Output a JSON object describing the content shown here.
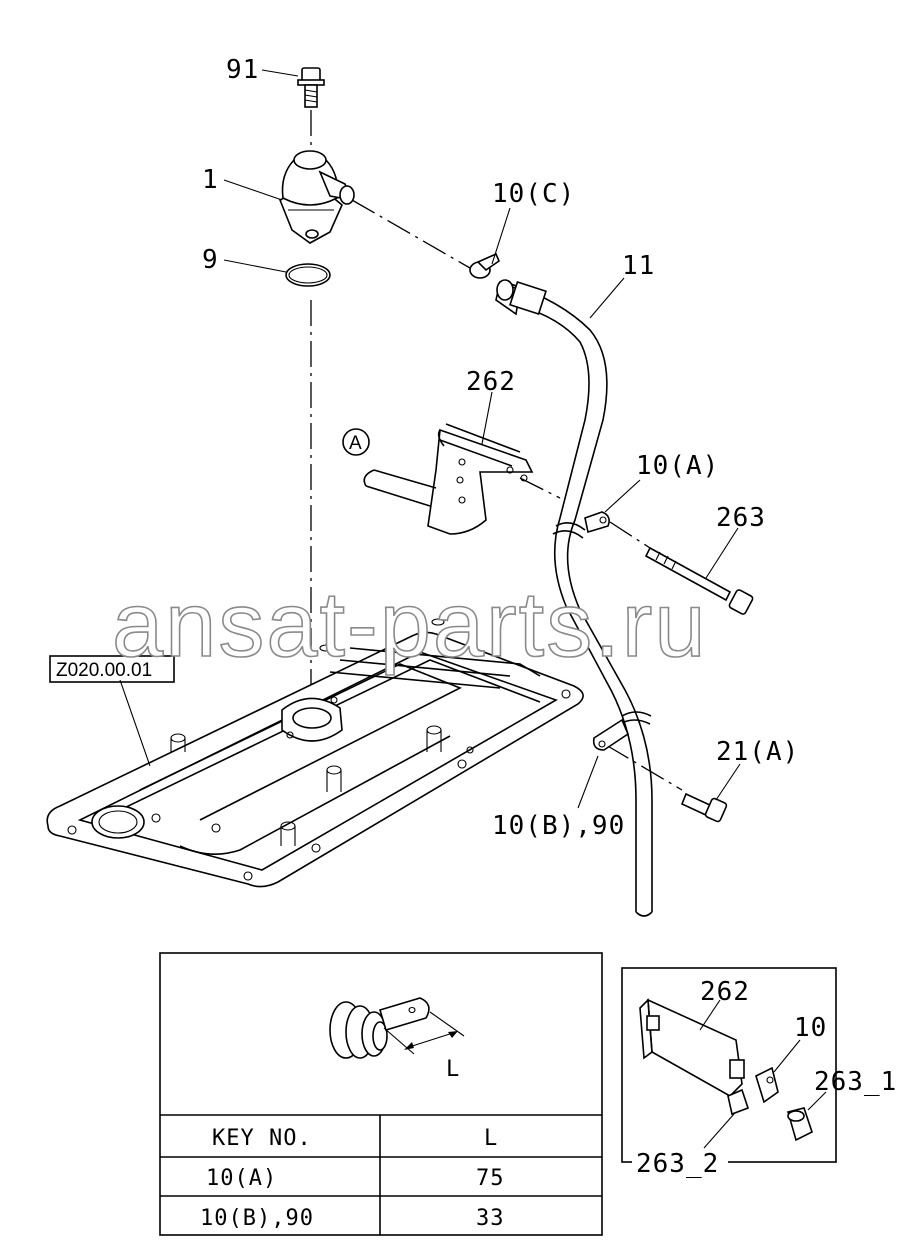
{
  "callouts": {
    "p91": "91",
    "p1": "1",
    "p9": "9",
    "p10c": "10(C)",
    "p11": "11",
    "p262": "262",
    "pA": "A",
    "p10a": "10(A)",
    "p263": "263",
    "p21a": "21(A)",
    "p10b90": "10(B),90"
  },
  "reference_box": "Z020.00.01",
  "watermark": "ansat-parts.ru",
  "clamp_detail": {
    "dimension_label": "L",
    "table": {
      "headers": [
        "KEY NO.",
        "L"
      ],
      "rows": [
        {
          "key": "10(A)",
          "value": "75"
        },
        {
          "key": "10(B),90",
          "value": "33"
        }
      ]
    }
  },
  "inset": {
    "p262": "262",
    "p10": "10",
    "p263_1": "263_1",
    "p263_2": "263_2"
  }
}
